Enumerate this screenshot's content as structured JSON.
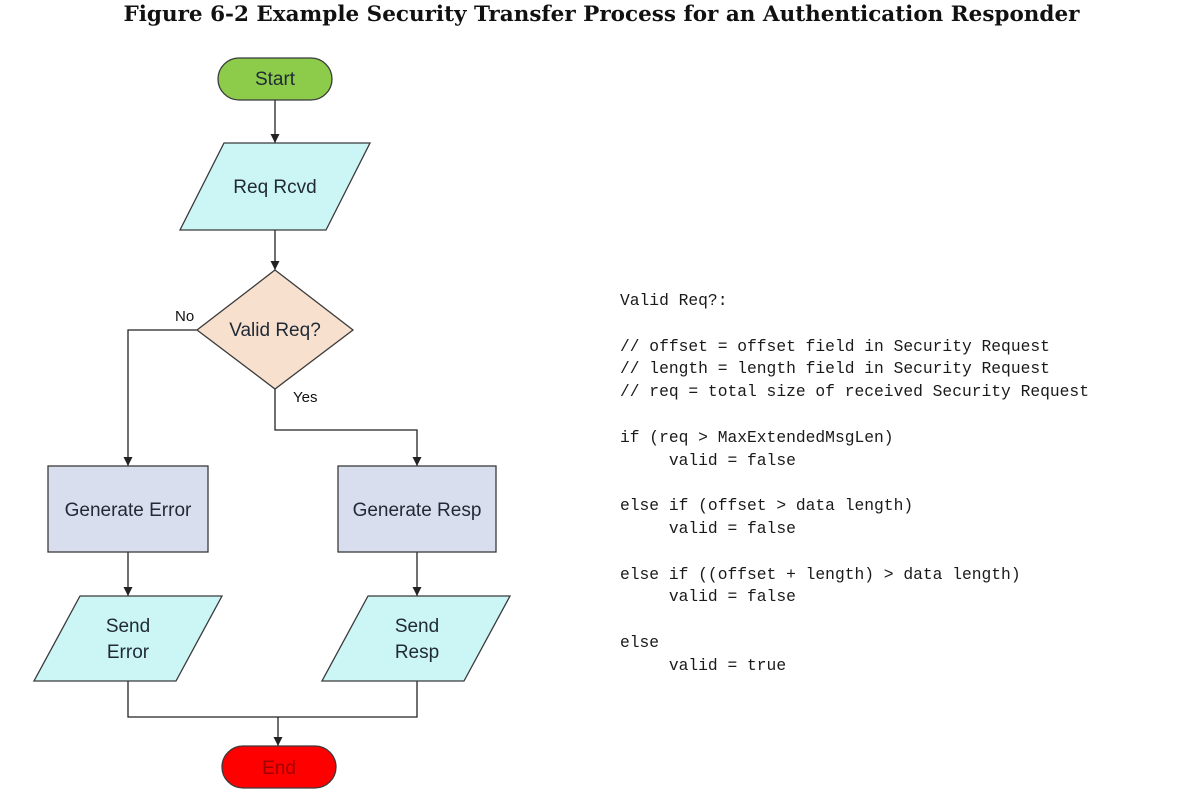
{
  "title": "Figure 6-2 Example Security Transfer Process for an Authentication Responder",
  "flowchart": {
    "nodes": {
      "start": "Start",
      "req_rcvd": "Req Rcvd",
      "valid_req": "Valid Req?",
      "generate_error": "Generate Error",
      "generate_resp": "Generate Resp",
      "send_error_line1": "Send",
      "send_error_line2": "Error",
      "send_resp_line1": "Send",
      "send_resp_line2": "Resp",
      "end": "End"
    },
    "edge_labels": {
      "no": "No",
      "yes": "Yes"
    },
    "colors": {
      "start_fill": "#8dcc4a",
      "end_fill": "#ff0000",
      "io_fill": "#ccf5f5",
      "decision_fill": "#f8e0cf",
      "process_fill": "#d9deef"
    }
  },
  "code": {
    "lines": [
      "Valid Req?:",
      "",
      "// offset = offset field in Security Request",
      "// length = length field in Security Request",
      "// req = total size of received Security Request",
      "",
      "if (req > MaxExtendedMsgLen)",
      "     valid = false",
      "",
      "else if (offset > data length)",
      "     valid = false",
      "",
      "else if ((offset + length) > data length)",
      "     valid = false",
      "",
      "else",
      "     valid = true"
    ]
  }
}
